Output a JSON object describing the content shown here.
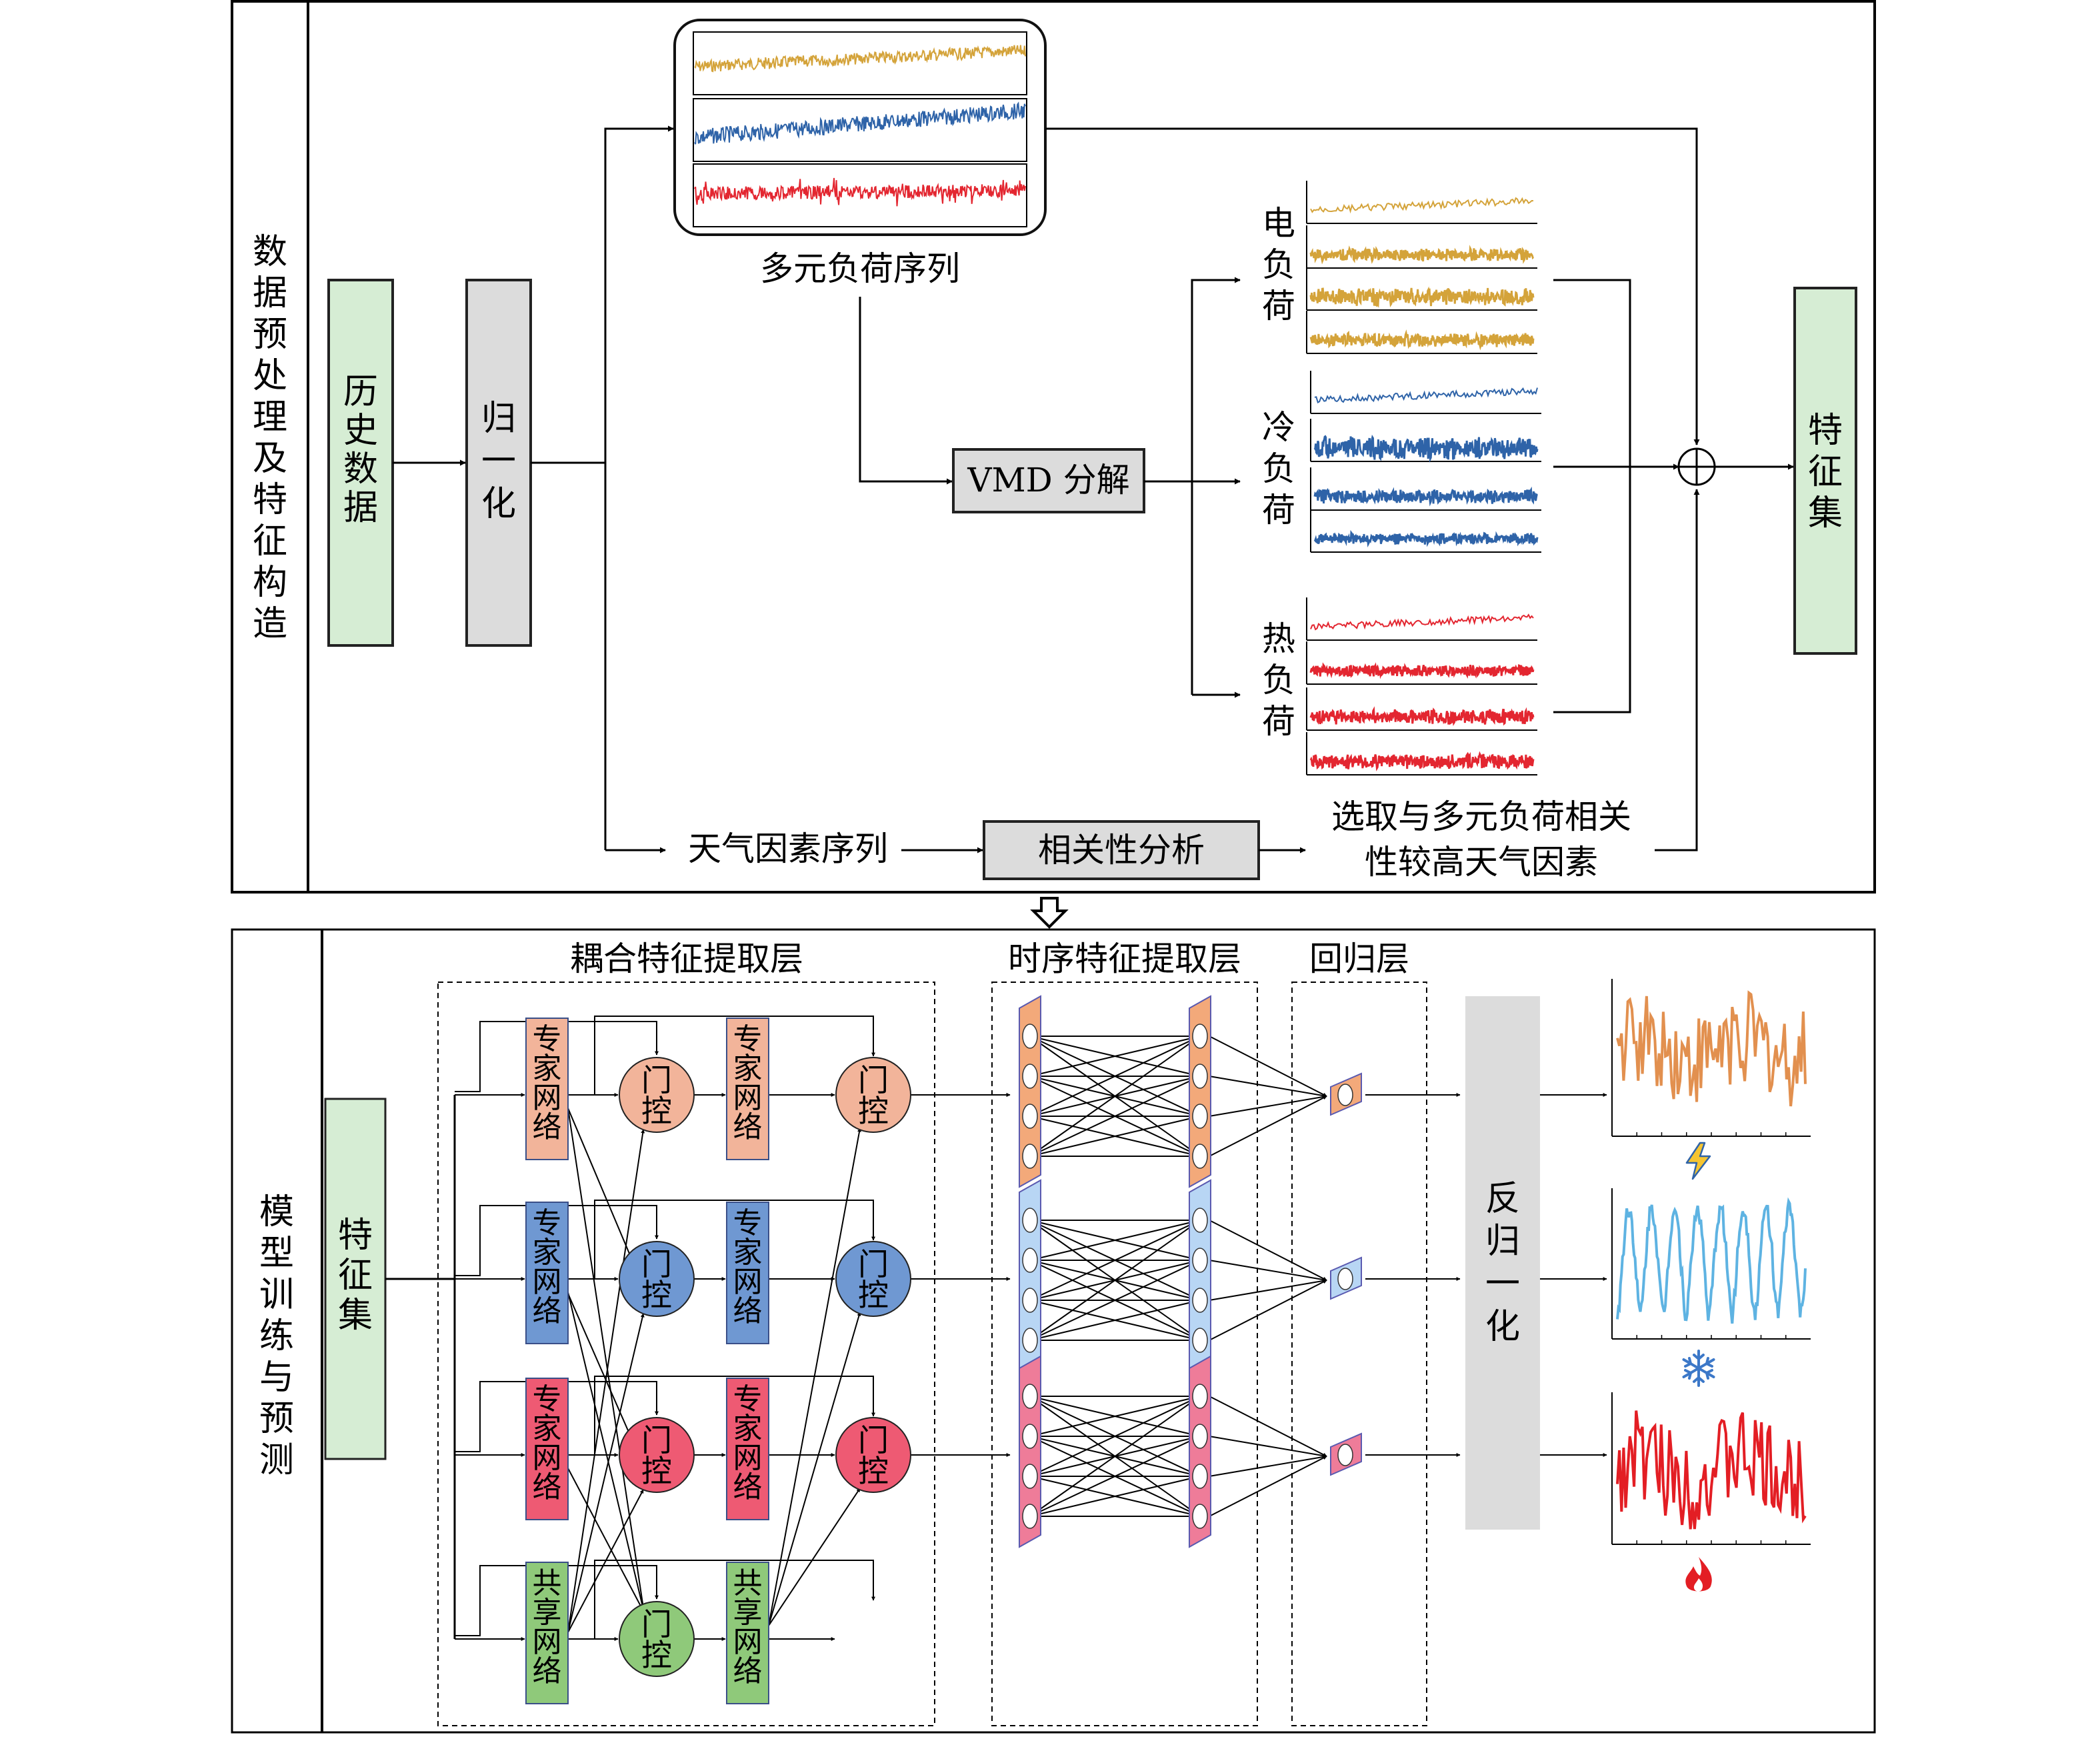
{
  "colors": {
    "elec": "#D4A33A",
    "cool": "#2E63A8",
    "heat": "#E32630",
    "expert_elec": "#F2B49A",
    "expert_cool": "#6F98D2",
    "expert_heat": "#EE5A73",
    "shared": "#8FC97A",
    "green_box": "#D6EDD4",
    "gray_box": "#DCDCDC",
    "out_elec": "#E2904F",
    "out_cool": "#5EB3E2",
    "out_heat": "#E31E24",
    "lstm_elec": "#F3A97A",
    "lstm_cool": "#B8D6F4",
    "lstm_heat": "#EE7C99"
  },
  "top": {
    "title": "数据预处理及特征构造",
    "history_data": "历史数据",
    "normalize": "归一化",
    "multi_load_sequence": "多元负荷序列",
    "vmd": "VMD 分解",
    "elec_load": "电负荷",
    "cool_load": "冷负荷",
    "heat_load": "热负荷",
    "feature_set": "特征集",
    "weather_sequence": "天气因素序列",
    "correlation_analysis": "相关性分析",
    "selection_line1": "选取与多元负荷相关",
    "selection_line2": "性较高天气因素",
    "sum_symbol": "⊕"
  },
  "bottom": {
    "title": "模型训练与预测",
    "feature_set": "特征集",
    "coupled_layer": "耦合特征提取层",
    "temporal_layer": "时序特征提取层",
    "regression_layer": "回归层",
    "expert_net": "专家网络",
    "shared_net": "共享网络",
    "gate": "门控",
    "denormalize": "反归一化",
    "bolt_icon": "lightning-icon",
    "snow_icon": "snowflake-icon",
    "fire_icon": "flame-icon"
  }
}
